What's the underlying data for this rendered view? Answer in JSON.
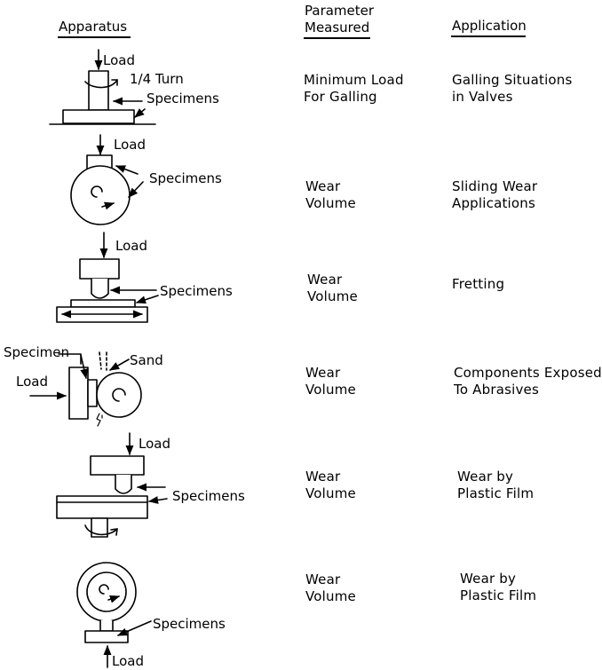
{
  "headers": {
    "apparatus": "Apparatus",
    "parameter_line1": "Parameter",
    "parameter_line2": "Measured",
    "application": "Application"
  },
  "rows": [
    {
      "param1": "Minimum Load",
      "param2": "For Galling",
      "app1": "Galling Situations",
      "app2": "in Valves",
      "labels": {
        "load": "Load",
        "turn": "1/4 Turn",
        "specimens": "Specimens"
      }
    },
    {
      "param1": "Wear",
      "param2": "Volume",
      "app1": "Sliding Wear",
      "app2": "Applications",
      "labels": {
        "load": "Load",
        "specimens": "Specimens"
      }
    },
    {
      "param1": "Wear",
      "param2": "Volume",
      "app1": "Fretting",
      "app2": "",
      "labels": {
        "load": "Load",
        "specimens": "Specimens"
      }
    },
    {
      "param1": "Wear",
      "param2": "Volume",
      "app1": "Components Exposed",
      "app2": "To Abrasives",
      "labels": {
        "specimen": "Specimen",
        "sand": "Sand",
        "load": "Load"
      }
    },
    {
      "param1": "Wear",
      "param2": "Volume",
      "app1": "Wear by",
      "app2": "Plastic Film",
      "labels": {
        "load": "Load",
        "specimens": "Specimens"
      }
    },
    {
      "param1": "Wear",
      "param2": "Volume",
      "app1": "Wear by",
      "app2": "Plastic Film",
      "labels": {
        "specimens": "Specimens",
        "load": "Load"
      }
    }
  ]
}
